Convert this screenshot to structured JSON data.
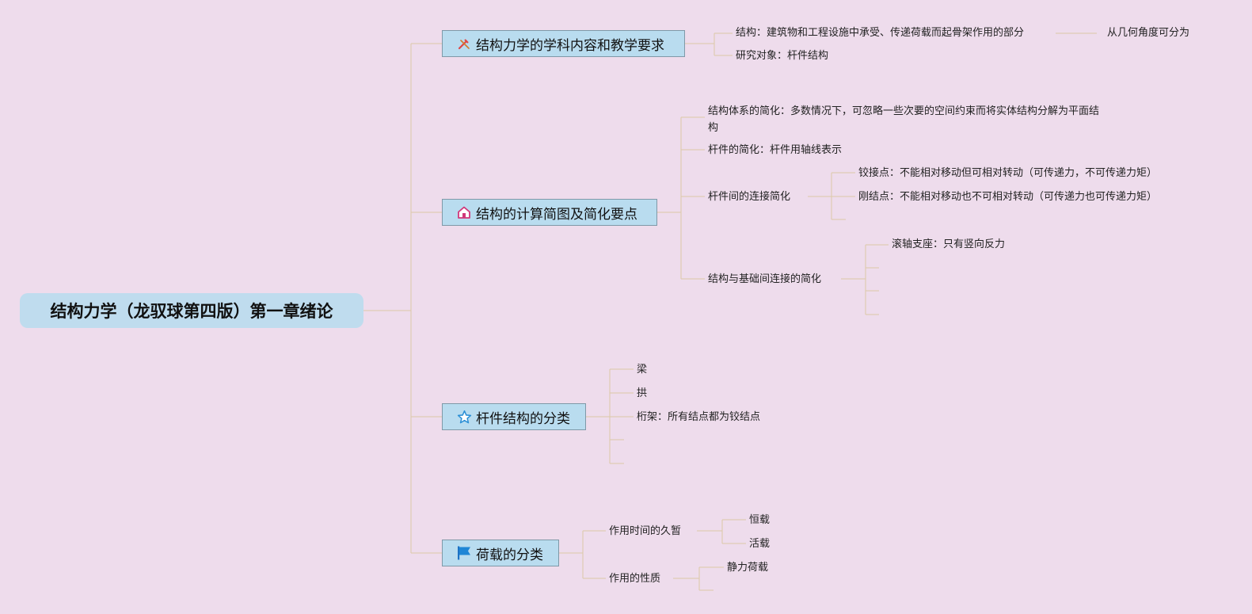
{
  "root": {
    "title": "结构力学（龙驭球第四版）第一章绪论"
  },
  "branches": [
    {
      "title": "结构力学的学科内容和教学要求",
      "icon": "tools-icon",
      "children": [
        {
          "text": "结构：建筑物和工程设施中承受、传递荷载而起骨架作用的部分",
          "children": [
            {
              "text": "从几何角度可分为"
            }
          ]
        },
        {
          "text": "研究对象：杆件结构"
        }
      ]
    },
    {
      "title": "结构的计算简图及简化要点",
      "icon": "house-icon",
      "children": [
        {
          "text": "结构体系的简化：多数情况下，可忽略一些次要的空间约束而将实体结构分解为平面结构"
        },
        {
          "text": "杆件的简化：杆件用轴线表示"
        },
        {
          "text": "杆件间的连接简化",
          "children": [
            {
              "text": "铰接点：不能相对移动但可相对转动（可传递力，不可传递力矩）"
            },
            {
              "text": "刚结点：不能相对移动也不可相对转动（可传递力也可传递力矩）"
            },
            {
              "text": ""
            }
          ]
        },
        {
          "text": "结构与基础间连接的简化",
          "children": [
            {
              "text": "滚轴支座：只有竖向反力"
            },
            {
              "text": ""
            },
            {
              "text": ""
            },
            {
              "text": ""
            }
          ]
        }
      ]
    },
    {
      "title": "杆件结构的分类",
      "icon": "star-icon",
      "children": [
        {
          "text": "梁"
        },
        {
          "text": "拱"
        },
        {
          "text": "桁架：所有结点都为铰结点"
        },
        {
          "text": ""
        },
        {
          "text": ""
        }
      ]
    },
    {
      "title": "荷载的分类",
      "icon": "flag-icon",
      "children": [
        {
          "text": "作用时间的久暂",
          "children": [
            {
              "text": "恒载"
            },
            {
              "text": "活载"
            }
          ]
        },
        {
          "text": "作用的性质",
          "children": [
            {
              "text": "静力荷载"
            },
            {
              "text": ""
            }
          ]
        }
      ]
    }
  ]
}
